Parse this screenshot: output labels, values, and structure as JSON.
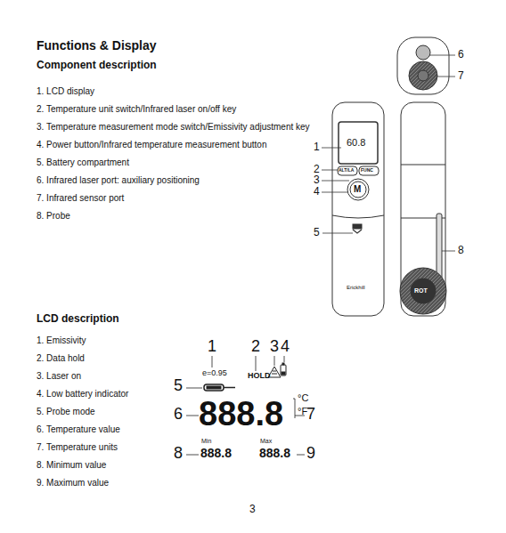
{
  "diagram": {
    "title": "Functions & Display",
    "labels": [
      "Component description",
      "1. LCD display",
      "2. Temperature unit switch/Infrared laser on/off key",
      "3. Temperature measurement mode switch/Emissivity adjustment key",
      "4. Power button/Infrared temperature measurement button",
      "5. Battery compartment",
      "6. Infrared laser port: auxiliary positioning",
      "7. Infrared sensor port",
      "8. Probe",
      "1",
      "2",
      "3",
      "4",
      "5",
      "6",
      "7",
      "8",
      "60.8",
      "ALT/LA",
      "FUNC",
      "M",
      "Erickhill",
      "ROT",
      "LCD description",
      "1. Emissivity",
      "2. Data hold",
      "3. Laser on",
      "4. Low battery indicator",
      "5. Probe mode",
      "6. Temperature value",
      "7. Temperature units",
      "8. Minimum value",
      "9. Maximum value",
      "1",
      "2",
      "3",
      "4",
      "5",
      "6",
      "7",
      "8",
      "9",
      "e=0.95",
      "HOLD",
      "888.8",
      "°C",
      "°F",
      "Min",
      "Max",
      "888.8",
      "888.8",
      "3"
    ]
  }
}
